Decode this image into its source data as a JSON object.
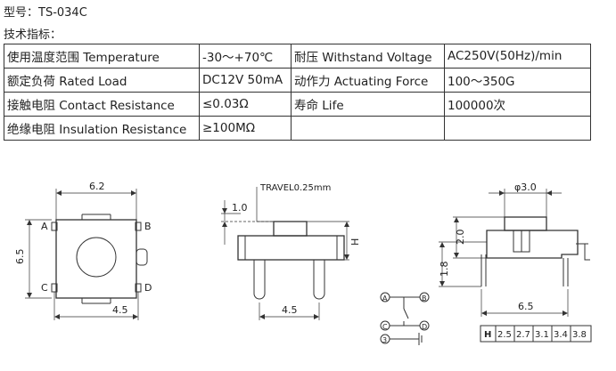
{
  "header": {
    "model_line": "型号：TS-034C",
    "spec_heading": "技术指标："
  },
  "spec_table": {
    "rows": [
      [
        "使用温度范围 Temperature",
        "-30～+70℃",
        "耐压 Withstand Voltage",
        "AC250V(50Hz)/min"
      ],
      [
        "额定负荷 Rated Load",
        "DC12V 50mA",
        "动作力 Actuating Force",
        "100～350G"
      ],
      [
        "接触电阻 Contact Resistance",
        "≤0.03Ω",
        "寿命 Life",
        "100000次"
      ],
      [
        "绝缘电阻 Insulation Resistance",
        "≥100MΩ",
        "",
        ""
      ]
    ]
  },
  "drawing": {
    "top_view": {
      "width_label": "6.2",
      "height_label": "6.5",
      "pin_pitch_label": "4.5",
      "pins": [
        "A",
        "B",
        "C",
        "D"
      ]
    },
    "side_view": {
      "travel_label": "TRAVEL0.25mm",
      "offset_label": "1.0",
      "height_label": "H",
      "pitch_label": "4.5"
    },
    "end_view": {
      "diameter_label": "φ3.0",
      "dim_2": "2.0",
      "dim_1_8": "1.8",
      "width_label": "6.5"
    },
    "height_options": {
      "label": "H",
      "values": [
        "2.5",
        "2.7",
        "3.1",
        "3.4",
        "3.8"
      ]
    },
    "schematic": {
      "nodes": [
        "A",
        "B",
        "C",
        "D",
        "3"
      ]
    }
  }
}
